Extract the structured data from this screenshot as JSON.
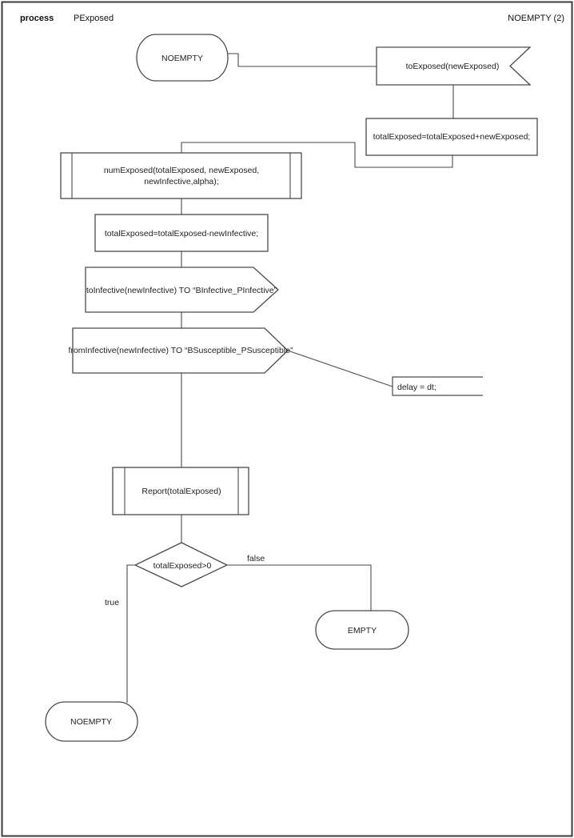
{
  "header": {
    "kind_label": "process",
    "process_name": "PExposed",
    "page_ref": "NOEMPTY (2)"
  },
  "nodes": {
    "state_top": "NOEMPTY",
    "input_signal": "toExposed(newExposed)",
    "task_add": "totalExposed=totalExposed+newExposed;",
    "proc_numexposed_line1": "numExposed(totalExposed, newExposed,",
    "proc_numexposed_line2": "newInfective,alpha);",
    "task_subtract": "totalExposed=totalExposed-newInfective;",
    "output_toinfective": "toInfective(newInfective) TO “BInfective_PInfective”",
    "output_frominfective": "fromInfective(newInfective) TO “BSusceptible_PSusceptible”",
    "comment_delay": "delay = dt;",
    "proc_report": "Report(totalExposed)",
    "decision_condition": "totalExposed>0",
    "state_empty": "EMPTY",
    "state_bottom": "NOEMPTY"
  },
  "branch_labels": {
    "false_label": "false",
    "true_label": "true"
  },
  "colors": {
    "page_background": "#ffffff",
    "line_stroke": "#4a4a4a",
    "text": "#1f1f1f",
    "page_border": "#3d3d3d"
  }
}
